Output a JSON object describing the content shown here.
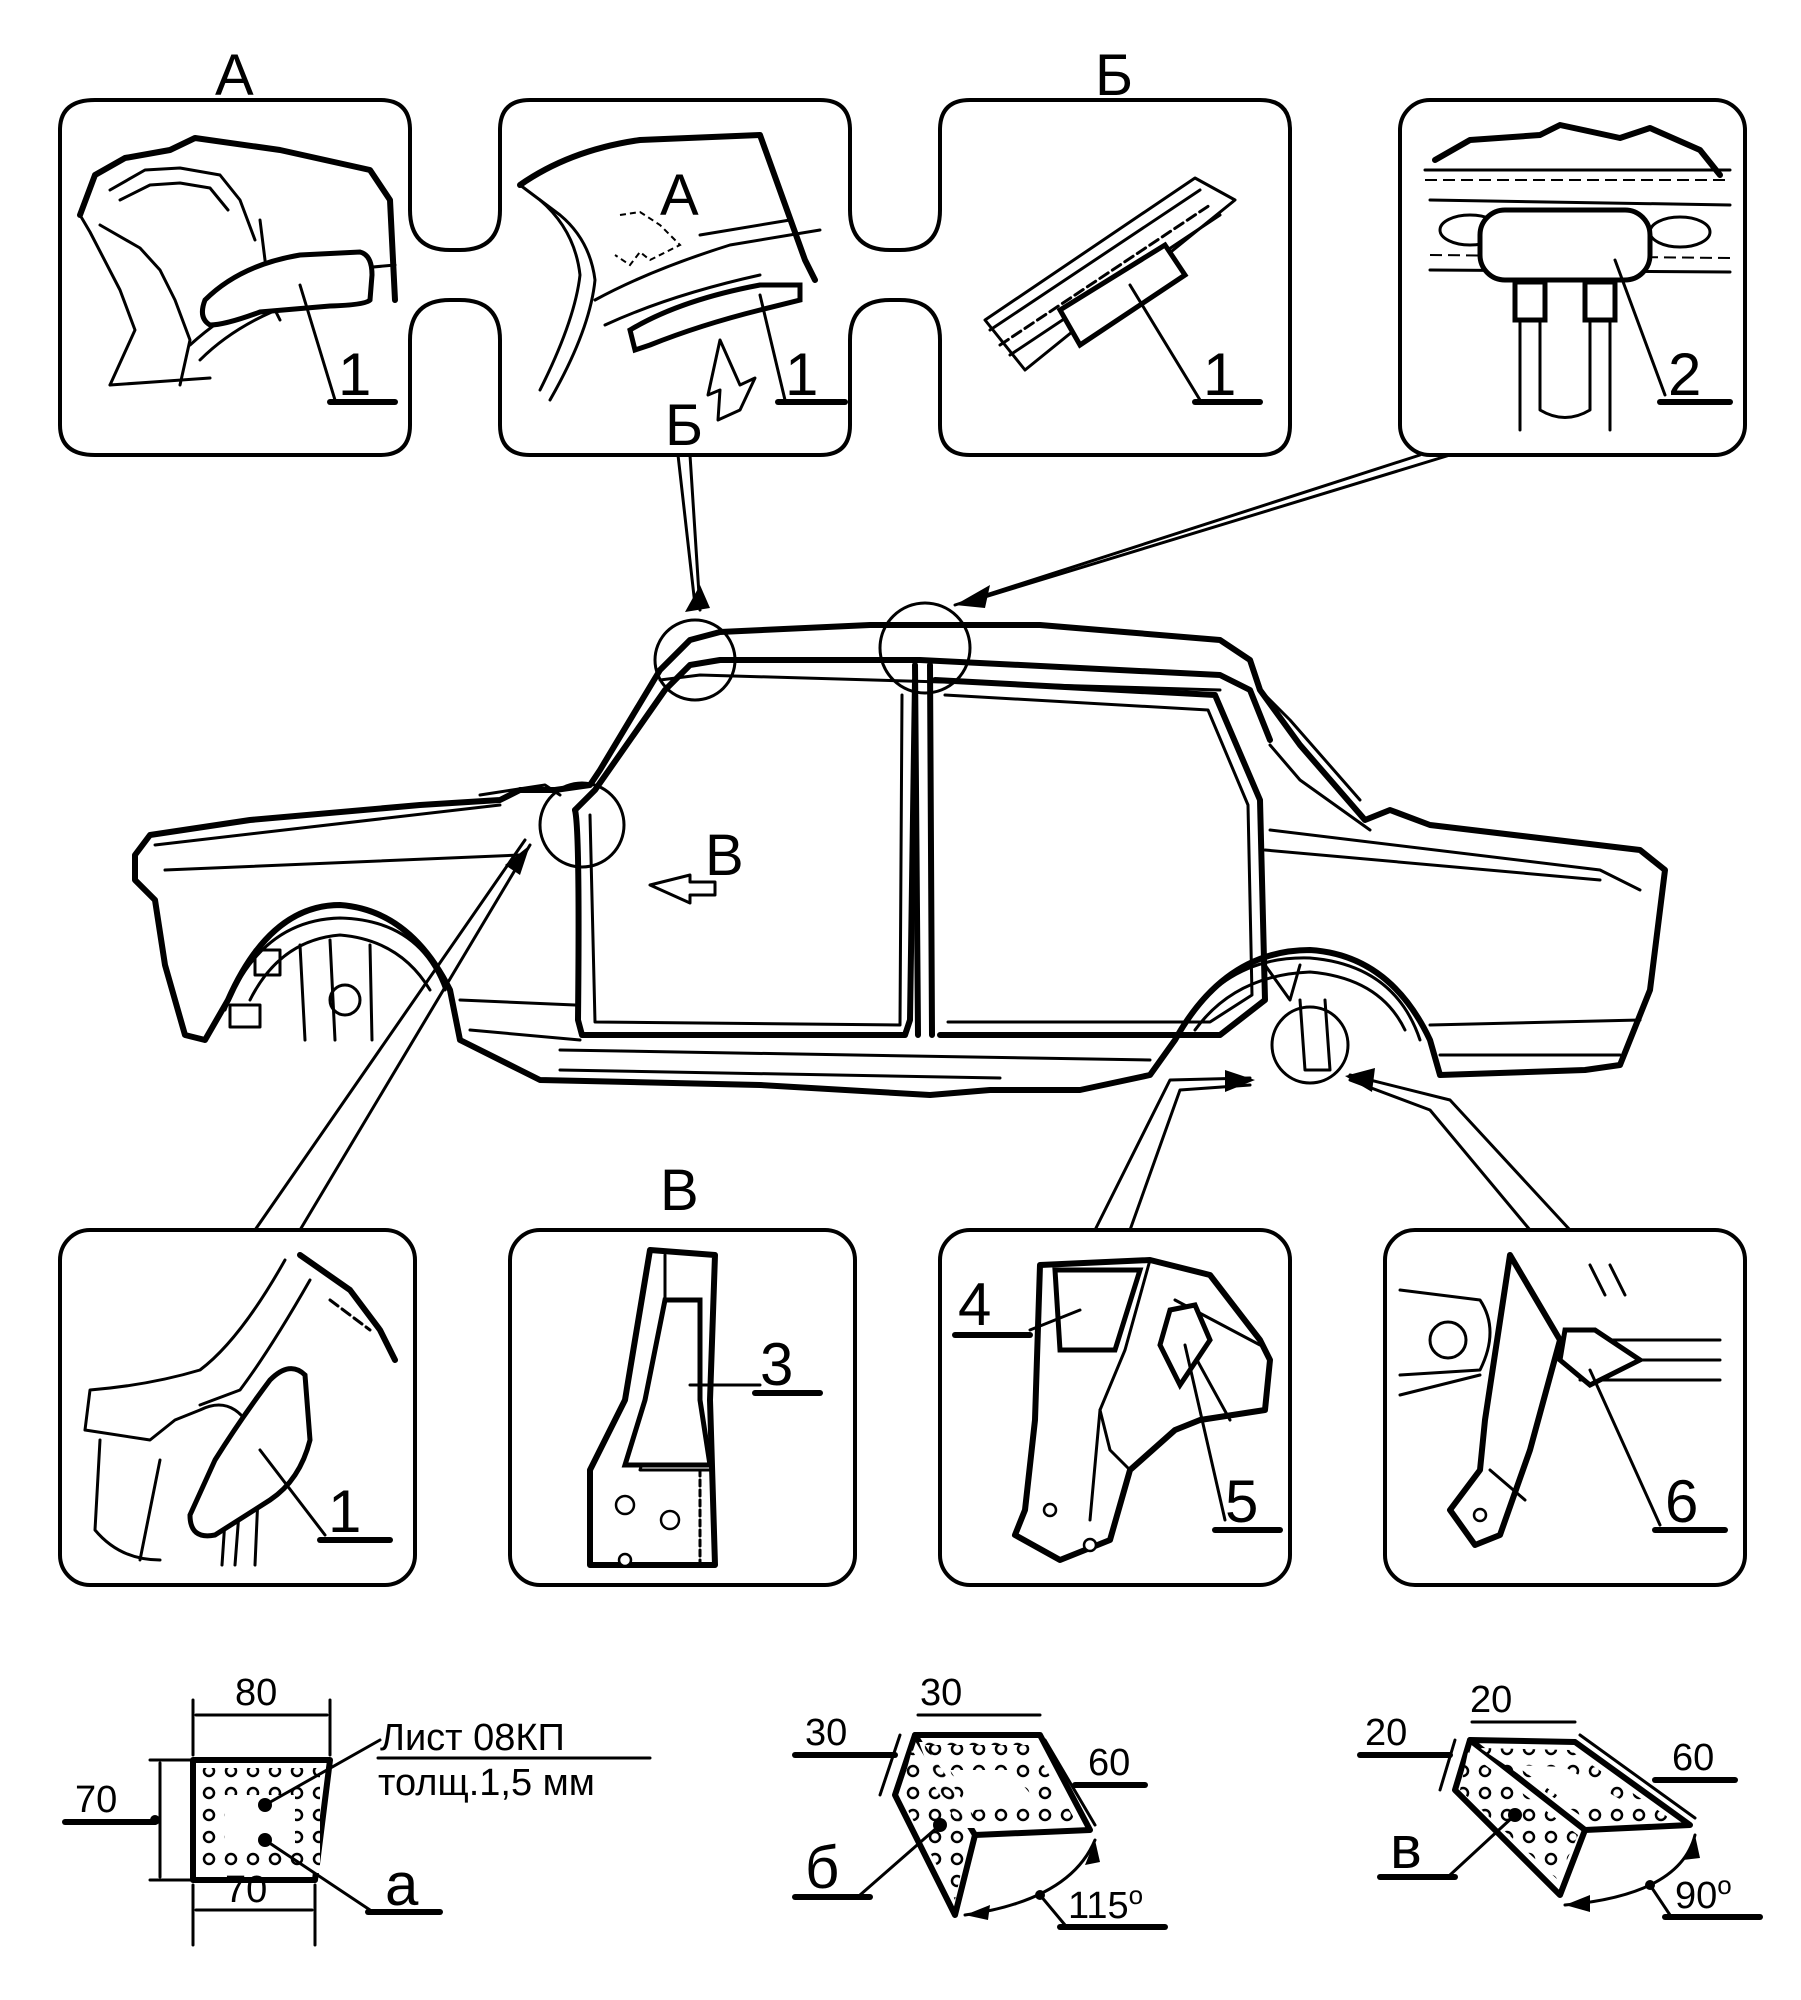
{
  "views": {
    "A": "А",
    "B": "Б",
    "V": "В"
  },
  "callouts": {
    "p1a": "1",
    "p1b": "1",
    "p1c": "1",
    "p2": "2",
    "p1d": "1",
    "p3": "3",
    "p4": "4",
    "p5": "5",
    "p6": "6"
  },
  "inset_marks": {
    "view_a": "А",
    "view_b": "Б",
    "view_v": "В"
  },
  "patches": {
    "a": {
      "letter": "а",
      "width_top": "80",
      "width_bottom": "70",
      "height": "70",
      "material_line1": "Лист 08КП",
      "material_line2": "толщ.1,5 мм"
    },
    "b": {
      "letter": "б",
      "dim_top": "30",
      "dim_left": "30",
      "dim_right": "60",
      "angle": "115",
      "angle_unit": "о"
    },
    "v": {
      "letter": "в",
      "dim_top": "20",
      "dim_left": "20",
      "dim_right": "60",
      "angle": "90",
      "angle_unit": "о"
    }
  }
}
